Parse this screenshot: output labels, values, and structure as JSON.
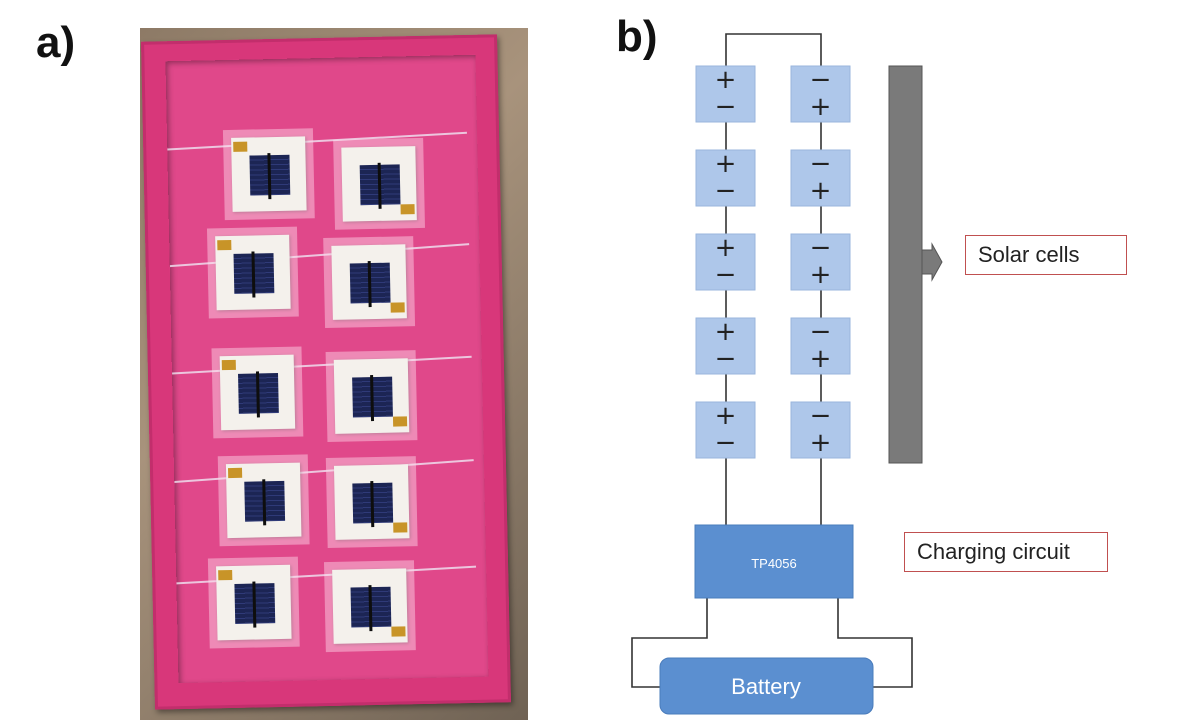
{
  "panels": {
    "a": {
      "label": "a)"
    },
    "b": {
      "label": "b)"
    }
  },
  "diagram": {
    "polarity_top": "+",
    "polarity_bottom": "−",
    "left_column": [
      {
        "top": "+",
        "bottom": "−"
      },
      {
        "top": "+",
        "bottom": "−"
      },
      {
        "top": "+",
        "bottom": "−"
      },
      {
        "top": "+",
        "bottom": "−"
      },
      {
        "top": "+",
        "bottom": "−"
      }
    ],
    "right_column": [
      {
        "top": "−",
        "bottom": "+"
      },
      {
        "top": "−",
        "bottom": "+"
      },
      {
        "top": "−",
        "bottom": "+"
      },
      {
        "top": "−",
        "bottom": "+"
      },
      {
        "top": "−",
        "bottom": "+"
      }
    ],
    "solar_cells_label": "Solar cells",
    "charging_circuit_label": "Charging circuit",
    "charger_chip": "TP4056",
    "battery_label": "Battery"
  },
  "colors": {
    "cell_fill": "#aec7ea",
    "block_fill": "#5b8fd0",
    "bar_fill": "#7a7a7a",
    "tray": "#d8377a",
    "callout_border": "#c05050"
  }
}
